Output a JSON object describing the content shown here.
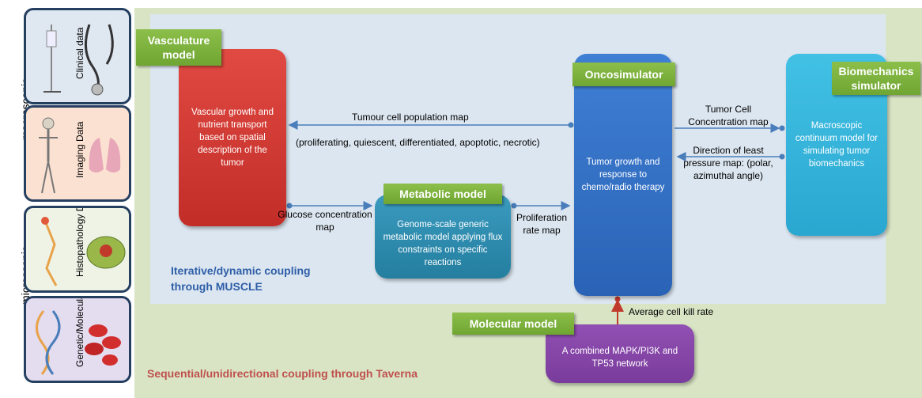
{
  "side_panel": {
    "cards": [
      {
        "label": "Clinical data"
      },
      {
        "label": "Imaging Data"
      },
      {
        "label": "Histopathology Data"
      },
      {
        "label": "Genetic/Molecular Data"
      }
    ],
    "scale_labels": {
      "macro": "macroscopic",
      "micro": "microscopic"
    }
  },
  "models": {
    "vasculature": {
      "title": "Vasculature model",
      "body": "Vascular growth and nutrient transport based on spatial description of the tumor",
      "color": "#d93a35"
    },
    "metabolic": {
      "title": "Metabolic model",
      "body": "Genome-scale generic metabolic model applying flux constraints on specific reactions",
      "color": "#2e8fb0"
    },
    "oncosimulator": {
      "title": "Oncosimulator",
      "body": "Tumor growth and response to chemo/radio therapy",
      "color": "#2f6fc8"
    },
    "biomechanics": {
      "title": "Biomechanics simulator",
      "body": "Macroscopic continuum model for simulating tumor biomechanics",
      "color": "#33b6dc"
    },
    "molecular": {
      "title": "Molecular model",
      "body": "A combined MAPK/PI3K and TP53 network",
      "color": "#8545a8"
    }
  },
  "edges": {
    "tumour_map": "Tumour cell population map",
    "cell_states": "(proliferating, quiescent, differentiated, apoptotic, necrotic)",
    "glucose": "Glucose concentration map",
    "proliferation": "Proliferation rate map",
    "tumor_conc": "Tumor Cell Concentration map",
    "pressure": "Direction of least pressure map: (polar, azimuthal angle)",
    "kill_rate": "Average cell kill rate"
  },
  "coupling": {
    "iterative": "Iterative/dynamic coupling through MUSCLE",
    "sequential": "Sequential/unidirectional coupling through Taverna"
  },
  "colors": {
    "arrow": "#4a7ebb",
    "kill_arrow": "#c0392b",
    "iterative_text": "#2e5ea8",
    "sequential_text": "#c0504d"
  }
}
